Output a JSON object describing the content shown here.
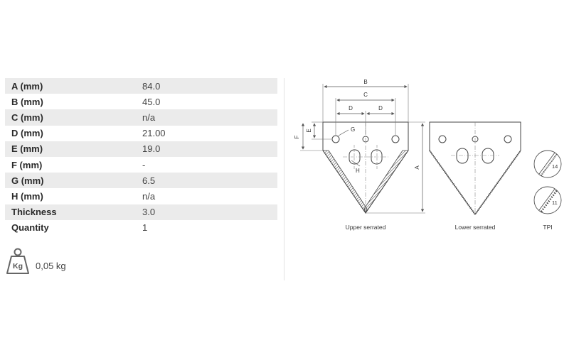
{
  "specs": [
    {
      "label": "A (mm)",
      "value": "84.0"
    },
    {
      "label": "B (mm)",
      "value": "45.0"
    },
    {
      "label": "C (mm)",
      "value": "n/a"
    },
    {
      "label": "D (mm)",
      "value": "21.00"
    },
    {
      "label": "E (mm)",
      "value": "19.0"
    },
    {
      "label": "F (mm)",
      "value": "-"
    },
    {
      "label": "G (mm)",
      "value": "6.5"
    },
    {
      "label": "H (mm)",
      "value": "n/a"
    },
    {
      "label": "Thickness",
      "value": "3.0"
    },
    {
      "label": "Quantity",
      "value": "1"
    }
  ],
  "weight": {
    "icon_label": "Kg",
    "value": "0,05 kg",
    "icon": "weight-icon"
  },
  "drawing": {
    "dims": {
      "a": "A",
      "b": "B",
      "c": "C",
      "d": "D",
      "e": "E",
      "f": "F",
      "g": "G",
      "h": "H"
    },
    "captions": {
      "upper": "Upper serrated",
      "lower": "Lower serrated",
      "tpi": "TPI"
    },
    "tpi_values": {
      "fine": "14",
      "coarse": "11"
    }
  },
  "colors": {
    "row_shade": "#ebebeb",
    "line": "#555555"
  }
}
